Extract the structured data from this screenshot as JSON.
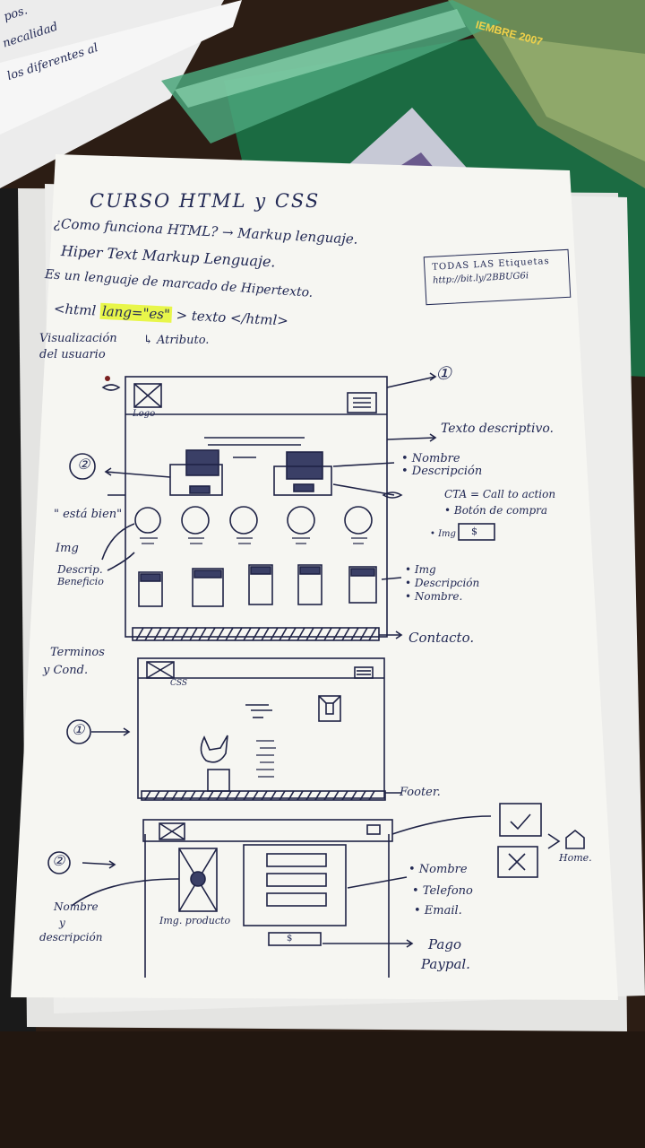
{
  "background_notes": {
    "top_left_line1": "pos.",
    "top_left_line2": "necalidad",
    "top_left_line3": "los diferentes al",
    "magazine_text": "IEMBRE 2007"
  },
  "notes": {
    "title": "CURSO HTML y CSS",
    "q1": "¿Como funciona HTML? → Markup lenguaje.",
    "q2": "Hiper Text Markup Lenguaje.",
    "q3": "Es un lenguaje de marcado de Hipertexto.",
    "code_open": "<html",
    "code_attr": "lang=\"es\"",
    "code_rest": "> texto </html>",
    "attr_arrow": "↳ Atributo.",
    "box_line1": "TODAS LAS Etiquetas",
    "box_line2": "http://bit.ly/2BBUG6i",
    "visual_line1": "Visualización",
    "visual_line2": "del usuario"
  },
  "annotations": {
    "num1_circle": "①",
    "texto_descriptivo": "Texto descriptivo.",
    "nombre": "• Nombre",
    "descripcion": "• Descripción",
    "num2": "②",
    "cta": "CTA = Call to action",
    "boton": "• Botón de compra",
    "img_money": "• Img",
    "estobien": "\" está bien\"",
    "img_label": "Img",
    "descrip_beneficio_1": "Descrip.",
    "descrip_beneficio_2": "Beneficio",
    "img_list_1": "• Img",
    "img_list_2": "• Descripción",
    "img_list_3": "• Nombre.",
    "contacto": "Contacto.",
    "terminos_1": "Terminos",
    "terminos_2": "y Cond.",
    "logo": "Logo",
    "css": "CSS",
    "footer": "Footer.",
    "num_circ_1": "①",
    "num_circ_2": "②",
    "nombre_desc_1": "Nombre",
    "nombre_desc_2": "y",
    "nombre_desc_3": "descripción",
    "img_producto": "Img. producto",
    "form_nombre": "• Nombre",
    "form_telefono": "• Telefono",
    "form_email": "• Email.",
    "pago_1": "Pago",
    "pago_2": "Paypal.",
    "home": "Home.",
    "check": "✓",
    "cross": "✕",
    "dollar": "$"
  },
  "colors": {
    "paper": "#f6f6f2",
    "ink": "#232a55",
    "highlighter": "#e8f64a",
    "ruler": "#3f9a6f",
    "folder": "#1a6a40"
  }
}
